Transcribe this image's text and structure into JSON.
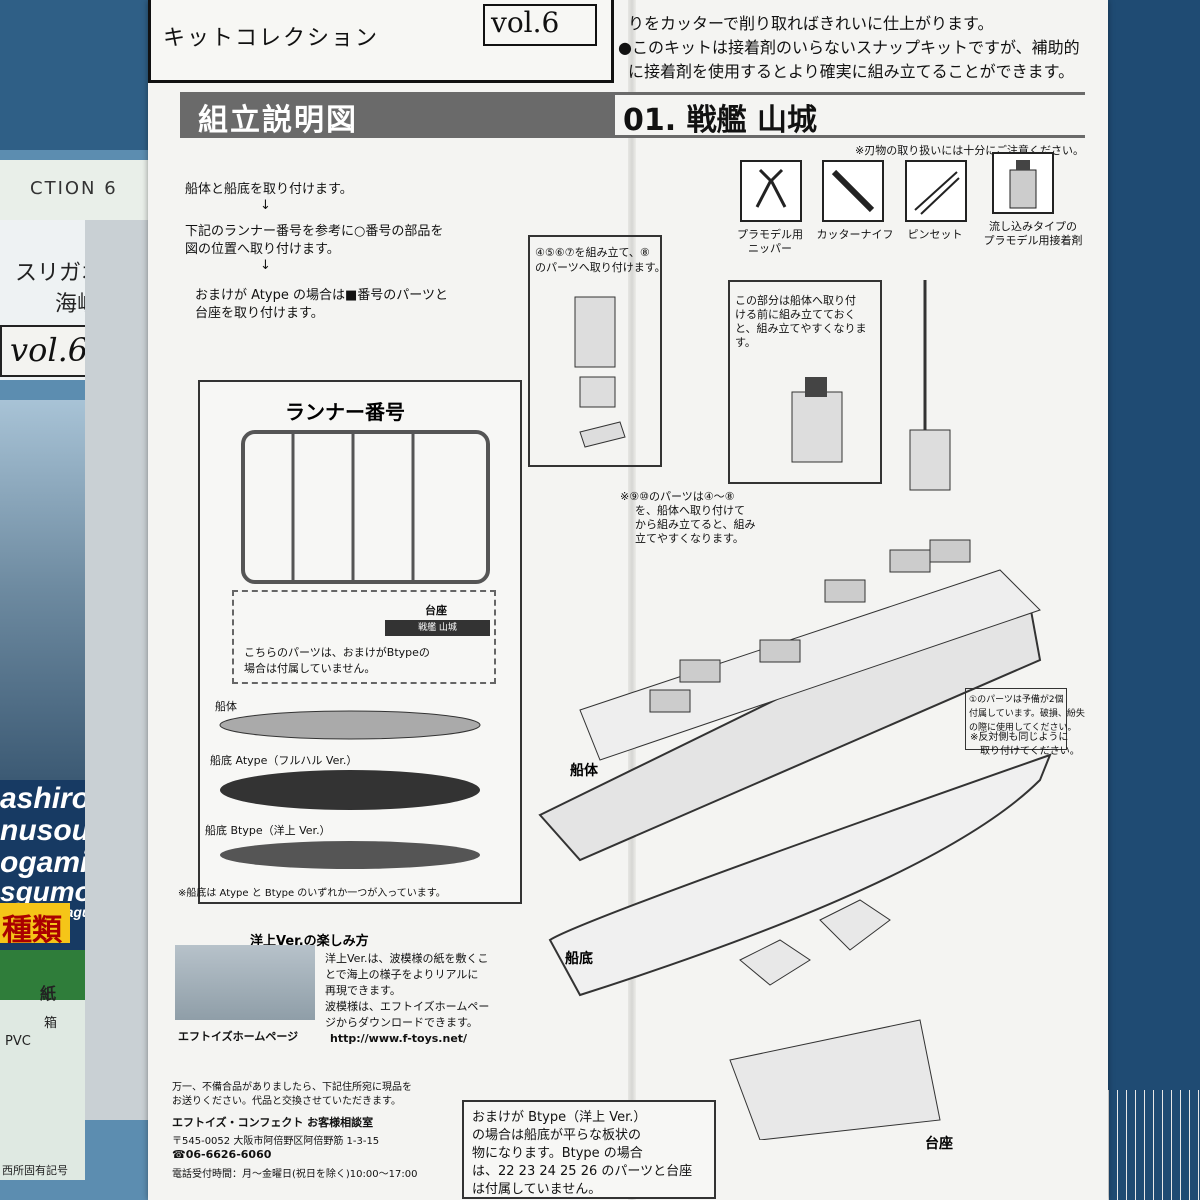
{
  "box": {
    "series_text": "CTION 6",
    "title_line1": "スリガオ",
    "title_line2": "海峡",
    "vol": "vol.6",
    "ships": [
      "ashiro",
      "nusou",
      "ogami",
      "sgumo",
      "asagumo"
    ],
    "type_badge": "種類",
    "recycle_label": "紙",
    "box_label": "箱",
    "pvc_label": "PVC",
    "footer": "西所固有記号"
  },
  "header": {
    "kit_collection": "キットコレクション",
    "vol": "vol.6",
    "notes": [
      "りをカッターで削り取ればきれいに仕上がります。",
      "●このキットは接着剤のいらないスナップキットですが、補助的",
      "に接着剤を使用するとより確実に組み立てることができます。"
    ]
  },
  "title": {
    "left": "組立説明図",
    "right": "01. 戦艦 山城"
  },
  "caution": "※刃物の取り扱いには十分にご注意ください。",
  "tools": [
    {
      "label1": "プラモデル用",
      "label2": "ニッパー"
    },
    {
      "label1": "カッターナイフ",
      "label2": ""
    },
    {
      "label1": "ピンセット",
      "label2": ""
    },
    {
      "label1": "流し込みタイプの",
      "label2": "プラモデル用接着剤"
    }
  ],
  "instructions": [
    "船体と船底を取り付けます。",
    "↓",
    "下記のランナー番号を参考に○番号の部品を",
    "図の位置へ取り付けます。",
    "↓",
    "おまけが Atype の場合は■番号のパーツと",
    "台座を取り付けます。"
  ],
  "assembly_note1": [
    "④⑤⑥⑦を組み立て、⑧",
    "のパーツへ取り付けます。"
  ],
  "assembly_note2": [
    "この部分は船体へ取り付",
    "ける前に組み立てておく",
    "と、組み立てやすくなりま",
    "す。"
  ],
  "assembly_note3": [
    "※⑨⑩のパーツは④〜⑧",
    "を、船体へ取り付けて",
    "から組み立てると、組み",
    "立てやすくなります。"
  ],
  "runner": {
    "title": "ランナー番号",
    "stand_label": "台座",
    "stand_plate": "戦艦 山城",
    "optional_note1": "こちらのパーツは、おまけがBtypeの",
    "optional_note2": "場合は付属していません。",
    "hull_label": "船体",
    "atype_label": "船底 Atype（フルハル Ver.）",
    "btype_label": "船底 Btype（洋上 Ver.）",
    "note": "※船底は Atype と Btype のいずれか一つが入っています。"
  },
  "labels": {
    "hull": "船体",
    "bottom": "船底",
    "stand": "台座"
  },
  "side_note": [
    "①のパーツは予備が2個",
    "付属しています。破損、紛失",
    "の際に使用してください。"
  ],
  "reverse_note": [
    "※反対側も同じように",
    "取り付けてください。"
  ],
  "yojo": {
    "title": "洋上Ver.の楽しみ方",
    "text": [
      "洋上Ver.は、波模様の紙を敷くこ",
      "とで海上の様子をよりリアルに",
      "再現できます。",
      "波模様は、エフトイズホームペー",
      "ジからダウンロードできます。"
    ],
    "homepage_label": "エフトイズホームページ",
    "url": "http://www.f-toys.net/"
  },
  "contact": {
    "line1": "万一、不備合品がありましたら、下記住所宛に現品を",
    "line2": "お送りください。代品と交換させていただきます。",
    "company": "エフトイズ・コンフェクト お客様相談室",
    "address": "〒545-0052 大阪市阿倍野区阿倍野筋 1-3-15",
    "tel": "☎06-6626-6060",
    "hours": "電話受付時間：月〜金曜日(祝日を除く)10:00〜17:00"
  },
  "btype_note": [
    "おまけが Btype（洋上 Ver.）",
    "の場合は船底が平らな板状の",
    "物になります。Btype の場合",
    "は、22 23 24 25 26 のパーツと台座",
    "は付属していません。"
  ]
}
